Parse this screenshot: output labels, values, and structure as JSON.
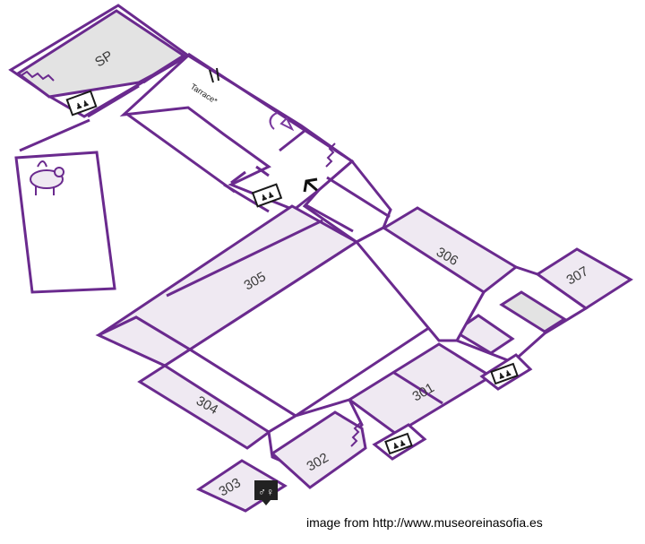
{
  "map": {
    "rooms": {
      "sp": "SP",
      "r301": "301",
      "r302": "302",
      "r303": "303",
      "r304": "304",
      "r305": "305",
      "r306": "306",
      "r307": "307"
    },
    "terrace": "Tarrace*",
    "credit": "image from http://www.museoreinasofia.es"
  },
  "colors": {
    "wall": "#6a2a8e",
    "room_fill": "#efe9f2",
    "grey_fill": "#e3e3e3"
  }
}
